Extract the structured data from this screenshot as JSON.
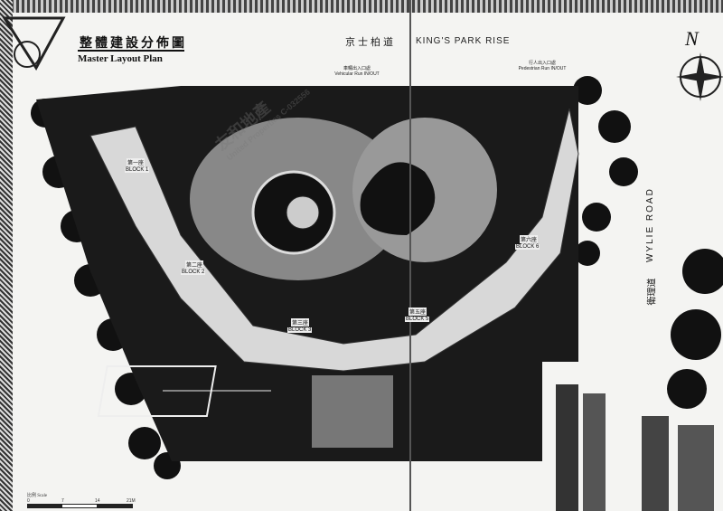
{
  "header": {
    "title_zh": "整體建設分佈圖",
    "title_en": "Master Layout Plan",
    "estate_zh": "京士柏道",
    "estate_en": "KING'S PARK RISE"
  },
  "entrances": {
    "vehicular_zh": "車輛出入口處",
    "vehicular_en": "Vehicular Run IN/OUT",
    "pedestrian_zh": "行人出入口處",
    "pedestrian_en": "Pedestrian Run IN/OUT"
  },
  "road": {
    "name_en": "WYLIE ROAD",
    "name_zh": "衛理道"
  },
  "compass": {
    "label": "N"
  },
  "blocks": [
    {
      "label": "BLOCK 1",
      "zh": "第一座"
    },
    {
      "label": "BLOCK 2",
      "zh": "第二座"
    },
    {
      "label": "BLOCK 3",
      "zh": "第三座"
    },
    {
      "label": "BLOCK 5",
      "zh": "第五座"
    },
    {
      "label": "BLOCK 6",
      "zh": "第六座"
    }
  ],
  "scale": {
    "label": "比例 Scale",
    "ticks": [
      "0",
      "7",
      "14",
      "21M"
    ]
  },
  "watermark": {
    "zh": "友和地產",
    "en": "United Properties",
    "licence": "C-032556"
  }
}
